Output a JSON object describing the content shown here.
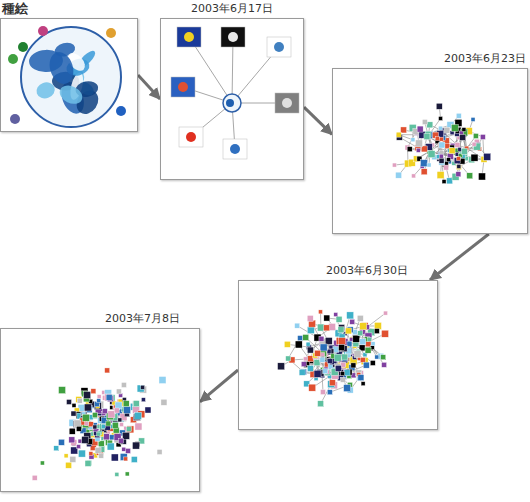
{
  "diagram": {
    "nodes": [
      {
        "text": [
          "種絵"
        ]
      },
      {
        "text": [
          "2003年6月17日"
        ]
      },
      {
        "text": [
          "2003年6月23日"
        ]
      },
      {
        "text": [
          "2003年6月30日"
        ]
      },
      {
        "text": [
          "2003年7月8日"
        ]
      }
    ],
    "edges": [
      {
        "from": 0,
        "to": 1,
        "arrow": "to"
      },
      {
        "from": 1,
        "to": 2,
        "arrow": "to"
      },
      {
        "from": 2,
        "to": 3,
        "arrow": "to"
      },
      {
        "from": 3,
        "to": 4,
        "arrow": "to"
      }
    ]
  }
}
